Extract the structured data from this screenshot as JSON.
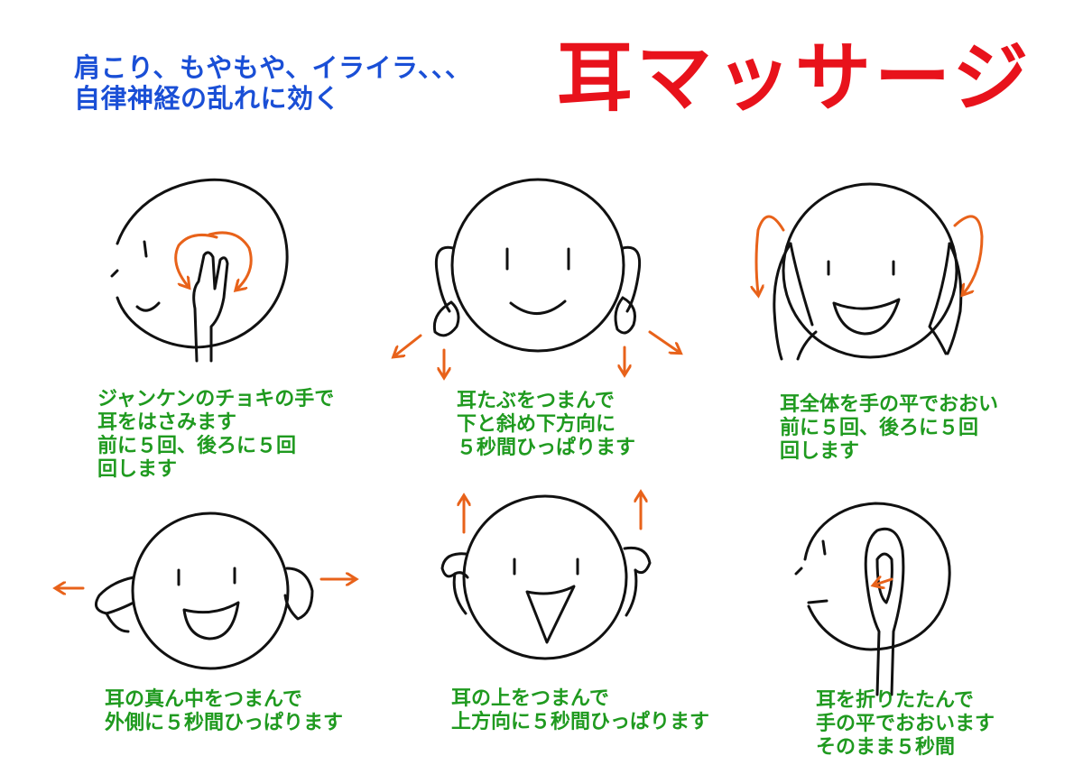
{
  "header": {
    "subtitle_line1": "肩こり、もやもや、イライラ、、、",
    "subtitle_line2": "自律神経の乱れに効く",
    "title": "耳マッサージ"
  },
  "steps": [
    {
      "lines": [
        "ジャンケンのチョキの手で",
        "耳をはさみます",
        "前に５回、後ろに５回",
        "回します"
      ]
    },
    {
      "lines": [
        "耳たぶをつまんで",
        "下と斜め下方向に",
        "５秒間ひっぱります"
      ]
    },
    {
      "lines": [
        "耳全体を手の平でおおい",
        "前に５回、後ろに５回",
        "回します"
      ]
    },
    {
      "lines": [
        "耳の真ん中をつまんで",
        "外側に５秒間ひっぱります"
      ]
    },
    {
      "lines": [
        "耳の上をつまんで",
        "上方向に５秒間ひっぱります"
      ]
    },
    {
      "lines": [
        "耳を折りたたんで",
        "手の平でおおいます",
        "そのまま５秒間"
      ]
    }
  ],
  "colors": {
    "subtitle": "#1a4fd6",
    "title": "#e8121b",
    "caption": "#1f9a1f",
    "arrow": "#e8621a",
    "line": "#111111"
  }
}
